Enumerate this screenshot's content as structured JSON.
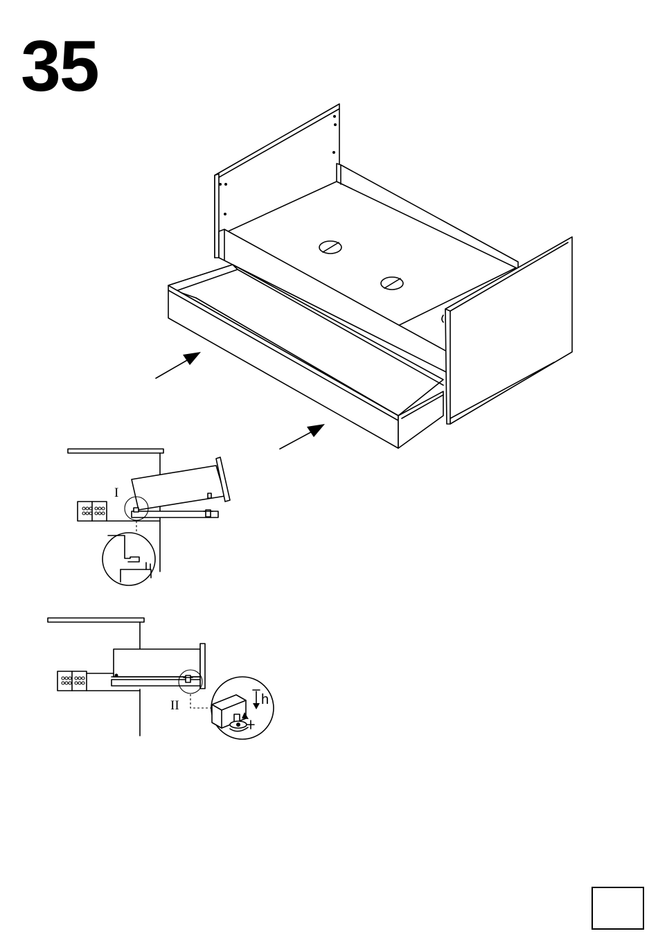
{
  "step": {
    "number": "35"
  },
  "details": {
    "detail_one_label": "I",
    "detail_two_label": "II",
    "height_label": "h"
  },
  "page_number": {
    "value": ""
  }
}
